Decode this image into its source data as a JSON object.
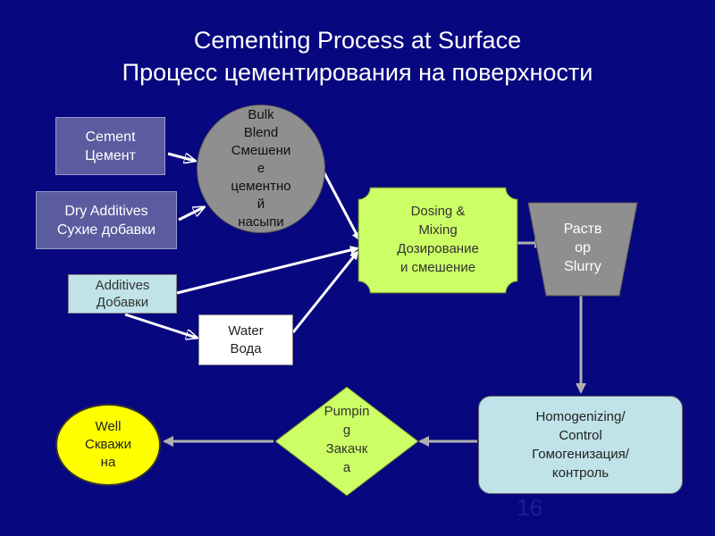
{
  "title": {
    "line1": "Cementing Process at Surface",
    "line2": "Процесс цементирования на поверхности"
  },
  "nodes": {
    "cement": [
      "Cement",
      "Цемент"
    ],
    "dry_additives": [
      "Dry Additives",
      "Сухие добавки"
    ],
    "additives": [
      "Additives",
      "Добавки"
    ],
    "water": [
      "Water",
      "Вода"
    ],
    "bulk_blend": [
      "Bulk",
      "Blend",
      "Смешени",
      "е",
      "цементно",
      "й",
      "насыпи"
    ],
    "dosing_mixing": [
      "Dosing &",
      "Mixing",
      "Дозирование",
      "и смешение"
    ],
    "slurry": [
      "Раств",
      "ор",
      "Slurry"
    ],
    "homogenizing": [
      "Homogenizing/",
      "Control",
      "Гомогенизация/",
      "контроль"
    ],
    "pumping": [
      "Pumpin",
      "g",
      "Закачк",
      "а"
    ],
    "well": [
      "Well",
      "Скважи",
      "на"
    ]
  },
  "page_number": "16",
  "colors": {
    "background": "#07077f",
    "dark_box": "#5b5b9f",
    "light_box": "#bfe3e8",
    "dosing": "#ccff66",
    "slurry": "#8f8f8f",
    "pumping": "#ccff66",
    "well": "#ffff00",
    "arrow_white": "#ffffff",
    "arrow_gray": "#b0b0b0"
  }
}
